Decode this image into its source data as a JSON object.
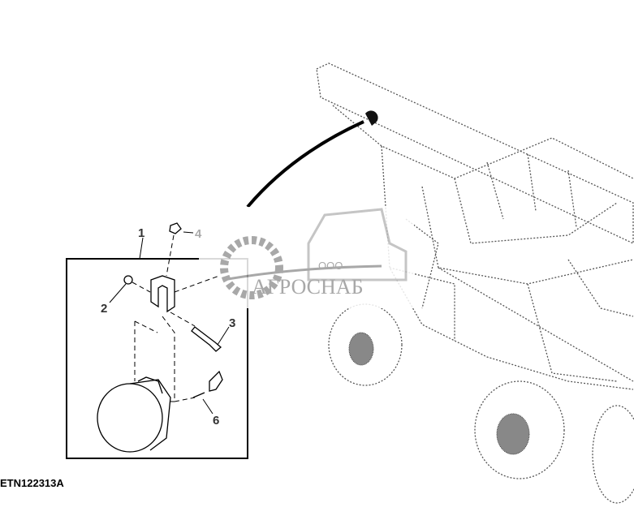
{
  "figure_id": "ETN122313A",
  "callouts": [
    "1",
    "2",
    "3",
    "4",
    "6"
  ],
  "watermark": {
    "prefix": "ООО",
    "name": "АГРОСНАБ"
  },
  "colors": {
    "line": "#000000",
    "machine": "#555555",
    "watermark": "#9a9a9a"
  }
}
